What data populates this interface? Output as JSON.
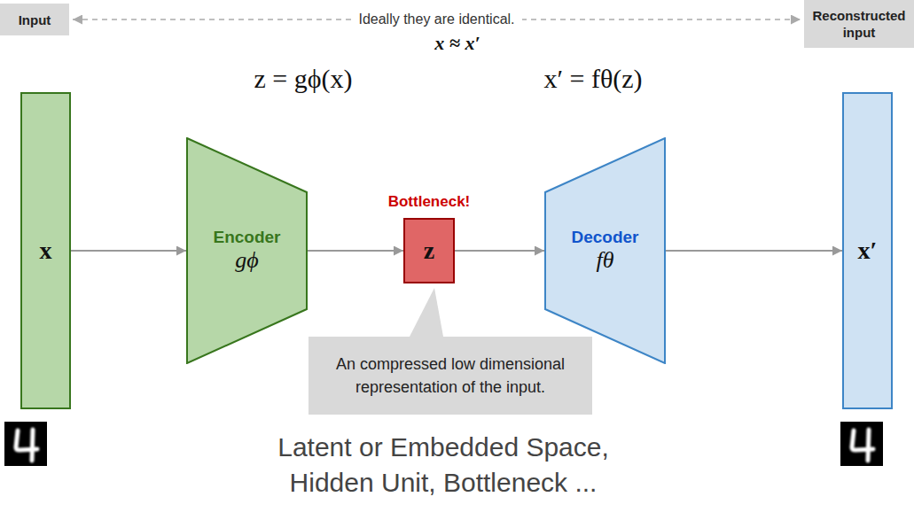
{
  "diagram": {
    "nodes": [
      {
        "text": [
          "Input"
        ]
      },
      {
        "text": [
          "Reconstructed input"
        ]
      },
      {
        "text": [
          "x"
        ]
      },
      {
        "text": [
          "Encoder",
          "gϕ"
        ]
      },
      {
        "text": [
          "Bottleneck!",
          "z"
        ]
      },
      {
        "text": [
          "Decoder",
          "fθ"
        ]
      },
      {
        "text": [
          "x′"
        ]
      },
      {
        "text": [
          "An compressed low dimensional representation of the input."
        ]
      }
    ],
    "edges": [
      {
        "from": 0,
        "to": 1,
        "arrow": "both",
        "label": "Ideally they are identical."
      },
      {
        "from": 2,
        "to": 3,
        "arrow": "to"
      },
      {
        "from": 3,
        "to": 4,
        "arrow": "to"
      },
      {
        "from": 4,
        "to": 5,
        "arrow": "to"
      },
      {
        "from": 5,
        "to": 6,
        "arrow": "to"
      }
    ],
    "labels": [
      "x ≈ x′",
      "z = gϕ(x)",
      "x′ = fθ(z)",
      "Latent or Embedded Space, Hidden Unit, Bottleneck ..."
    ]
  }
}
